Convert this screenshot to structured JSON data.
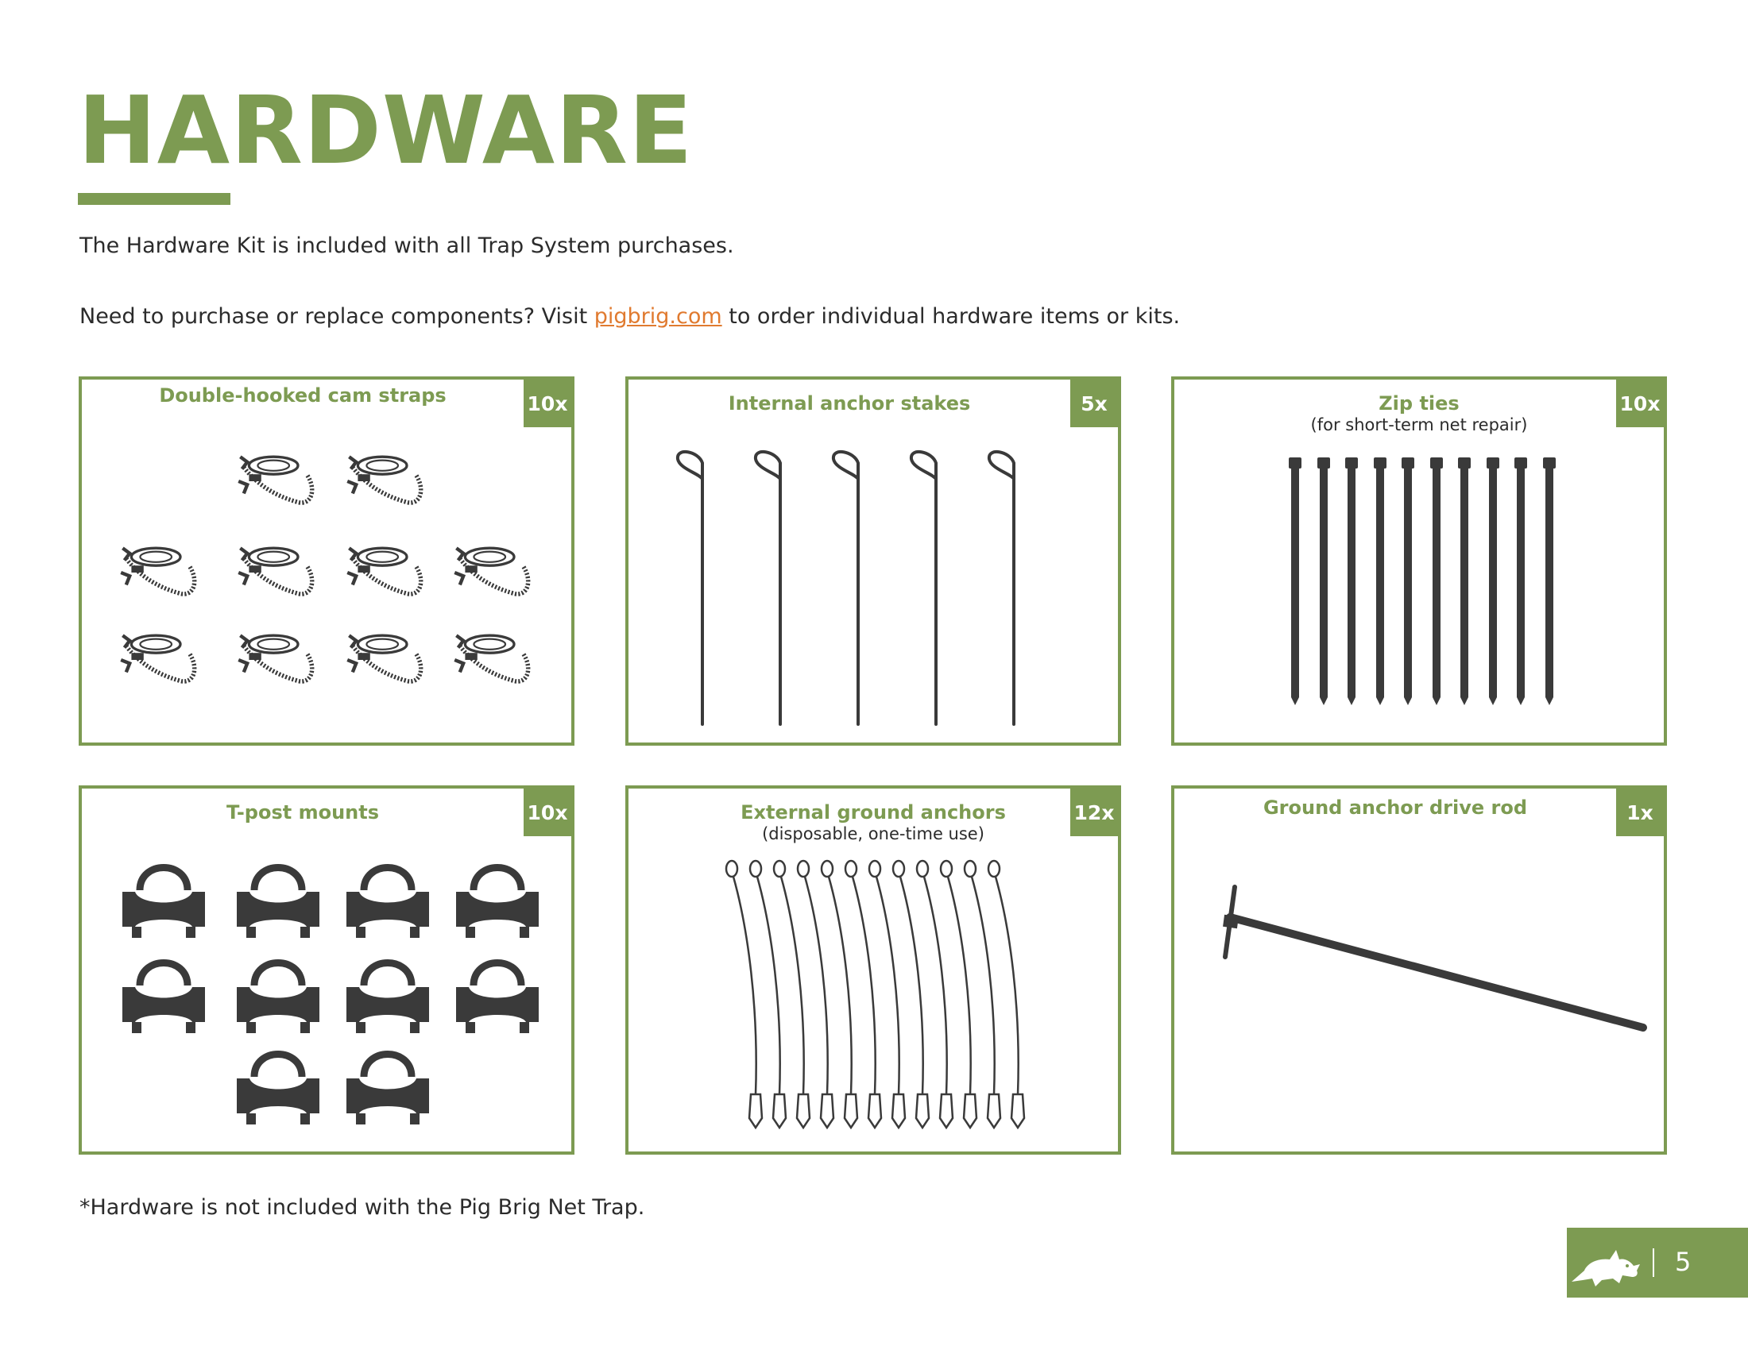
{
  "page": {
    "title": "HARDWARE",
    "intro_line1": "The Hardware Kit is included with all Trap System purchases.",
    "intro_line2_before": "Need to purchase or replace components? Visit ",
    "intro_link": "pigbrig.com",
    "intro_line2_after": " to order individual hardware items or kits.",
    "footnote": "*Hardware is not included with the Pig Brig Net Trap.",
    "page_number": "5"
  },
  "colors": {
    "accent": "#7d9b52",
    "link": "#e07a2f",
    "ink": "#2b2b2b",
    "art": "#3a3a3a"
  },
  "cards": [
    {
      "title": "Double-hooked cam straps",
      "subtitle": "",
      "count": "10x",
      "item_count": 10,
      "icon": "cam-strap-icon"
    },
    {
      "title": "Internal anchor stakes",
      "subtitle": "",
      "count": "5x",
      "item_count": 5,
      "icon": "anchor-stake-icon"
    },
    {
      "title": "Zip ties",
      "subtitle": "(for short-term net repair)",
      "count": "10x",
      "item_count": 10,
      "icon": "zip-tie-icon"
    },
    {
      "title": "T-post mounts",
      "subtitle": "",
      "count": "10x",
      "item_count": 10,
      "icon": "t-post-mount-icon"
    },
    {
      "title": "External ground anchors",
      "subtitle": "(disposable, one-time use)",
      "count": "12x",
      "item_count": 12,
      "icon": "ground-anchor-icon"
    },
    {
      "title": "Ground anchor drive rod",
      "subtitle": "",
      "count": "1x",
      "item_count": 1,
      "icon": "drive-rod-icon"
    }
  ],
  "footer": {
    "logo_icon": "running-pig-logo-icon"
  }
}
